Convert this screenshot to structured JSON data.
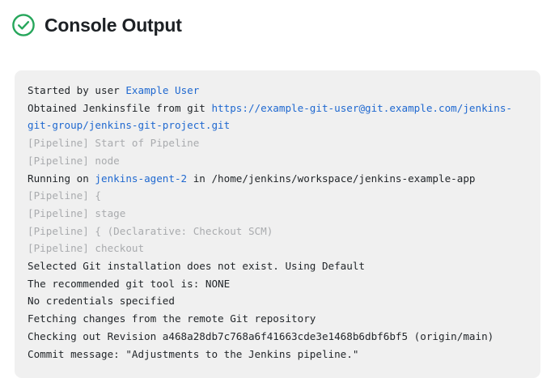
{
  "header": {
    "title": "Console Output",
    "status_icon": "check-circle-icon",
    "status_color": "#27a košer"
  },
  "theme": {
    "status_green": "#26a65b",
    "link_blue": "#2069d0",
    "text_dark": "#22262a",
    "text_muted": "#a9abae",
    "panel_bg": "#f0f0f0",
    "page_bg": "#ffffff"
  },
  "console": {
    "lines": [
      {
        "id": "line-started-by-user",
        "style": "normal",
        "parts": [
          {
            "text": "Started by user ",
            "link": false
          },
          {
            "text": "Example User",
            "link": true
          }
        ]
      },
      {
        "id": "line-obtained-jenkinsfile",
        "style": "normal",
        "parts": [
          {
            "text": "Obtained Jenkinsfile from git ",
            "link": false
          },
          {
            "text": "https://example-git-user@git.example.com/jenkins-git-group/jenkins-git-project.git",
            "link": true
          }
        ]
      },
      {
        "id": "line-start-of-pipeline",
        "style": "muted",
        "parts": [
          {
            "text": "[Pipeline] Start of Pipeline",
            "link": false
          }
        ]
      },
      {
        "id": "line-pipeline-node",
        "style": "muted",
        "parts": [
          {
            "text": "[Pipeline] node",
            "link": false
          }
        ]
      },
      {
        "id": "line-running-on-agent",
        "style": "normal",
        "parts": [
          {
            "text": "Running on ",
            "link": false
          },
          {
            "text": "jenkins-agent-2",
            "link": true
          },
          {
            "text": " in /home/jenkins/workspace/jenkins-example-app",
            "link": false
          }
        ]
      },
      {
        "id": "line-pipeline-open-brace",
        "style": "muted",
        "parts": [
          {
            "text": "[Pipeline] {",
            "link": false
          }
        ]
      },
      {
        "id": "line-pipeline-stage",
        "style": "muted",
        "parts": [
          {
            "text": "[Pipeline] stage",
            "link": false
          }
        ]
      },
      {
        "id": "line-pipeline-declarative-checkout",
        "style": "muted",
        "parts": [
          {
            "text": "[Pipeline] { (Declarative: Checkout SCM)",
            "link": false
          }
        ]
      },
      {
        "id": "line-pipeline-checkout",
        "style": "muted",
        "parts": [
          {
            "text": "[Pipeline] checkout",
            "link": false
          }
        ]
      },
      {
        "id": "line-selected-git-installation",
        "style": "normal",
        "parts": [
          {
            "text": "Selected Git installation does not exist. Using Default",
            "link": false
          }
        ]
      },
      {
        "id": "line-recommended-git-tool",
        "style": "normal",
        "parts": [
          {
            "text": "The recommended git tool is: NONE",
            "link": false
          }
        ]
      },
      {
        "id": "line-no-credentials",
        "style": "normal",
        "parts": [
          {
            "text": "No credentials specified",
            "link": false
          }
        ]
      },
      {
        "id": "line-fetching-changes",
        "style": "normal",
        "parts": [
          {
            "text": "Fetching changes from the remote Git repository",
            "link": false
          }
        ]
      },
      {
        "id": "line-checking-out-revision",
        "style": "normal",
        "parts": [
          {
            "text": "Checking out Revision a468a28db7c768a6f41663cde3e1468b6dbf6bf5 (origin/main)",
            "link": false
          }
        ]
      },
      {
        "id": "line-commit-message",
        "style": "normal",
        "parts": [
          {
            "text": "Commit message: \"Adjustments to the Jenkins pipeline.\"",
            "link": false
          }
        ]
      }
    ]
  }
}
